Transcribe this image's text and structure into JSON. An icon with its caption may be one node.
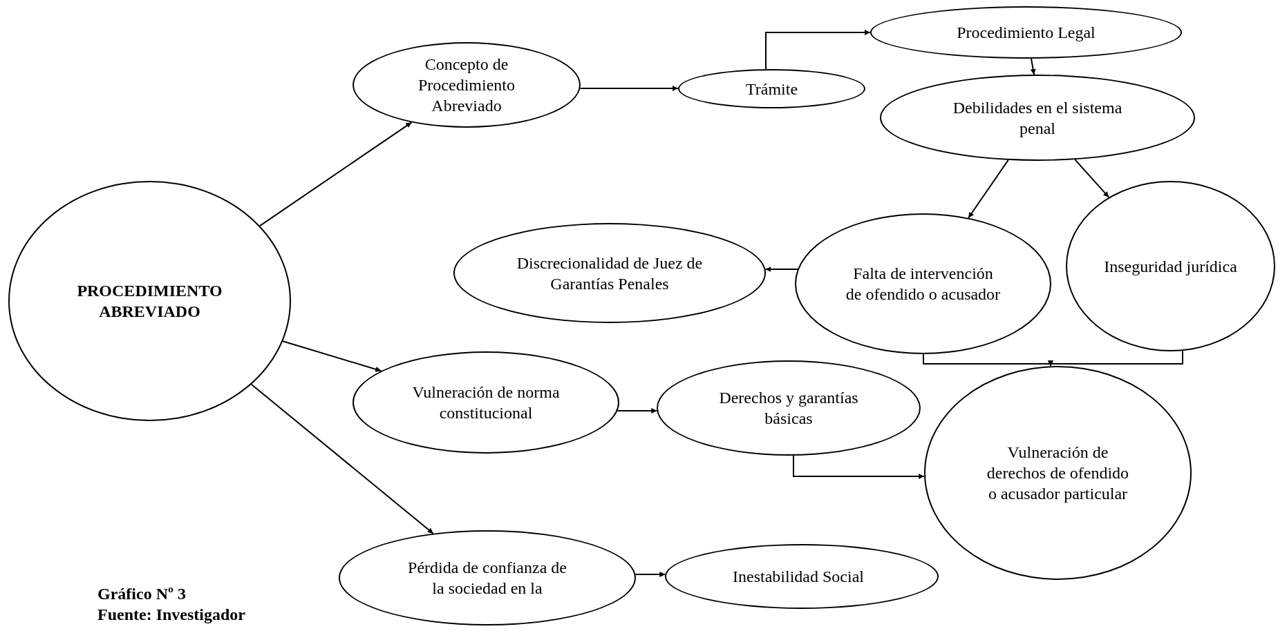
{
  "diagram": {
    "nodes": [
      {
        "text": [
          "PROCEDIMIENTO ABREVIADO"
        ]
      },
      {
        "text": [
          "Concepto de Procedimiento Abreviado"
        ]
      },
      {
        "text": [
          "Trámite"
        ]
      },
      {
        "text": [
          "Procedimiento Legal"
        ]
      },
      {
        "text": [
          "Debilidades en el sistema penal"
        ]
      },
      {
        "text": [
          "Discrecionalidad de Juez de Garantías Penales"
        ]
      },
      {
        "text": [
          "Falta de intervención de ofendido o acusador"
        ]
      },
      {
        "text": [
          "Inseguridad jurídica"
        ]
      },
      {
        "text": [
          "Vulneración de norma constitucional"
        ]
      },
      {
        "text": [
          "Derechos y garantías básicas"
        ]
      },
      {
        "text": [
          "Vulneración de derechos de ofendido o acusador particular"
        ]
      },
      {
        "text": [
          "Pérdida de confianza de la sociedad en la"
        ]
      },
      {
        "text": [
          "Inestabilidad Social"
        ]
      }
    ],
    "edges": [
      {
        "from": 0,
        "to": 1,
        "arrow": "to"
      },
      {
        "from": 0,
        "to": 8,
        "arrow": "to"
      },
      {
        "from": 0,
        "to": 11,
        "arrow": "to"
      },
      {
        "from": 1,
        "to": 2,
        "arrow": "to"
      },
      {
        "from": 2,
        "to": 3,
        "arrow": "to"
      },
      {
        "from": 3,
        "to": 4,
        "arrow": "to"
      },
      {
        "from": 4,
        "to": 6,
        "arrow": "to"
      },
      {
        "from": 4,
        "to": 7,
        "arrow": "to"
      },
      {
        "from": 6,
        "to": 5,
        "arrow": "to"
      },
      {
        "from": 6,
        "to": 10,
        "arrow": "to"
      },
      {
        "from": 7,
        "to": 10,
        "arrow": "to"
      },
      {
        "from": 8,
        "to": 9,
        "arrow": "to"
      },
      {
        "from": 9,
        "to": 10,
        "arrow": "to"
      },
      {
        "from": 11,
        "to": 12,
        "arrow": "to"
      }
    ],
    "labels": [
      "Gráfico Nº 3",
      "Fuente: Investigador"
    ]
  }
}
